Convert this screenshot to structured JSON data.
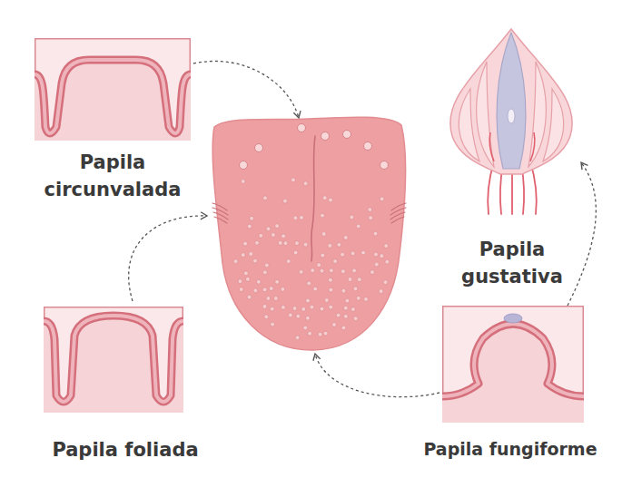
{
  "diagram": {
    "nodes": [
      {
        "text": [
          "Papila circunvalada"
        ]
      },
      {
        "text": [
          "Papila gustativa"
        ]
      },
      {
        "text": [
          "Papila foliada"
        ]
      },
      {
        "text": [
          "Papila fungiforme"
        ]
      }
    ],
    "edges": [
      {
        "from": 3,
        "to": 1,
        "arrow": "to"
      }
    ]
  }
}
